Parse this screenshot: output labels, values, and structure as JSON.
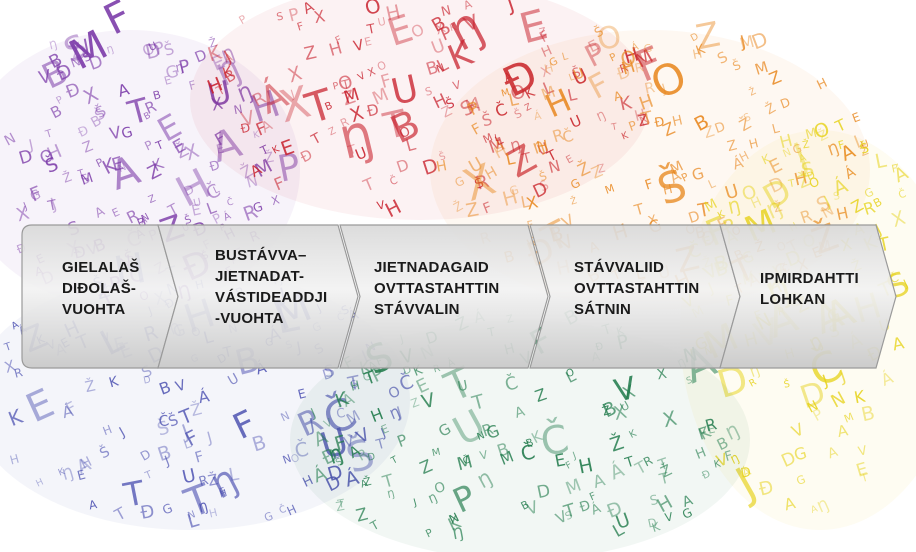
{
  "process_steps": [
    {
      "label": "GIELALAŠ\nDIĐOLAŠ-\nVUOHTA"
    },
    {
      "label": "BUSTÁVVA–\nJIETNADAT-\nVÁSTIDEADDJI\n-VUOHTA"
    },
    {
      "label": "JIETNADAGAID\nOVTTASTAHTTIN\nSTÁVVALIN"
    },
    {
      "label": "STÁVVALIID\nOVTTASTAHTTIN\nSÁTNIN"
    },
    {
      "label": "IPMIRDAHTTI\nLOHKAN"
    }
  ],
  "background_clouds": [
    {
      "name": "purple",
      "color": "#7b3aa8"
    },
    {
      "name": "red",
      "color": "#c8202c"
    },
    {
      "name": "orange",
      "color": "#e8871e"
    },
    {
      "name": "yellow",
      "color": "#e6d21a"
    },
    {
      "name": "blue",
      "color": "#4a4fb0"
    },
    {
      "name": "green",
      "color": "#1f7a4a"
    }
  ],
  "letter_pool": "ÁSDFGHJKLČVBNMZXŽERTTPOUHĐAŠŊ"
}
